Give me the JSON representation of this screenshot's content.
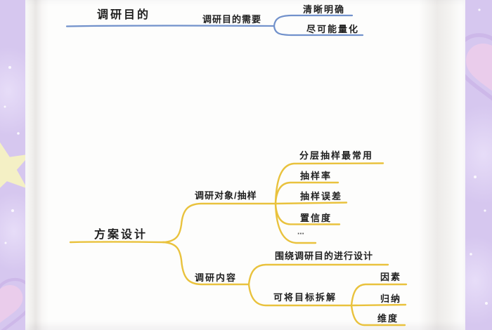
{
  "colors": {
    "background": "#d6c7ef",
    "background_light": "#e7ddf8",
    "page": "#fdfdfc",
    "blue_branch": "#7191cb",
    "yellow_branch": "#e9c23d",
    "ink": "#1f1f1f",
    "star": "#f5f2c2",
    "heart_fill": "#efcdea",
    "heart_ring": "#cbb5e8",
    "sparkle": "#ffffff"
  },
  "mindmap": {
    "topic_purpose": {
      "label": "调研目的",
      "branch": {
        "label": "调研目的需要",
        "children": [
          "清晰明确",
          "尽可能量化"
        ]
      }
    },
    "topic_design": {
      "label": "方案设计",
      "branch_sampling": {
        "label": "调研对象/抽样",
        "children": [
          "分层抽样最常用",
          "抽样率",
          "抽样误差",
          "置信度",
          "⋯"
        ]
      },
      "branch_content": {
        "label": "调研内容",
        "children": [
          "围绕调研目的进行设计"
        ],
        "sub": {
          "label": "可将目标拆解",
          "children": [
            "因素",
            "归纳",
            "维度"
          ]
        }
      }
    }
  }
}
